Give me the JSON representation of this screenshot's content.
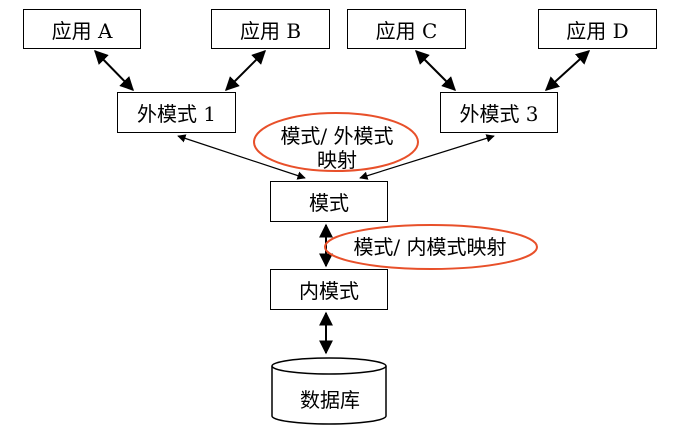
{
  "header_link": "",
  "nodes": {
    "app_a": "应用 A",
    "app_b": "应用 B",
    "app_c": "应用 C",
    "app_d": "应用 D",
    "ext_schema_1": "外模式 1",
    "ext_schema_3": "外模式 3",
    "schema": "模式",
    "internal_schema": "内模式",
    "database": "数据库"
  },
  "annotations": {
    "schema_external_mapping_line1": "模式/ 外模式",
    "schema_external_mapping_line2": "映射",
    "schema_internal_mapping": "模式/ 内模式映射"
  },
  "colors": {
    "highlight_ellipse": "#e8502a",
    "line": "#000000"
  }
}
